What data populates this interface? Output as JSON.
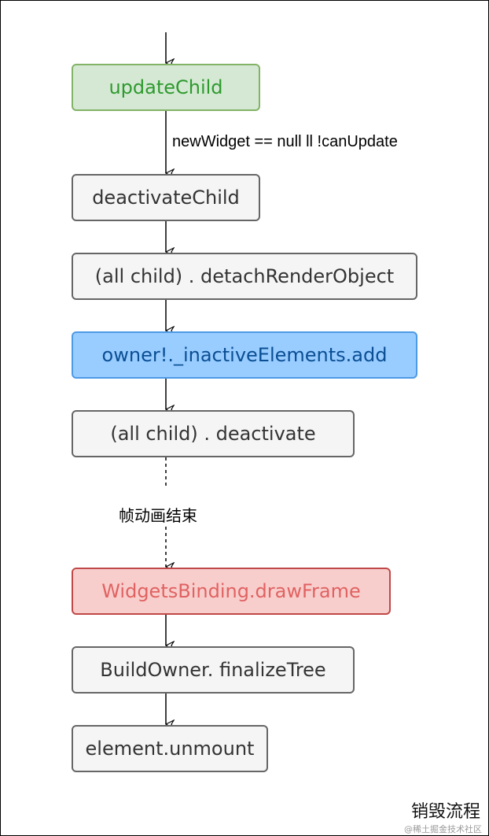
{
  "nodes": {
    "update_child": "updateChild",
    "deactivate_child": "deactivateChild",
    "detach_render_object": "(all child) . detachRenderObject",
    "inactive_elements_add": "owner!._inactiveElements.add",
    "deactivate": "(all child) . deactivate",
    "draw_frame": "WidgetsBinding.drawFrame",
    "finalize_tree": "BuildOwner. finalizeTree",
    "unmount": "element.unmount"
  },
  "edges": {
    "condition_label": "newWidget == null ll !canUpdate",
    "frame_end_label": "帧动画结束"
  },
  "caption": {
    "title": "销毁流程",
    "watermark": "@稀土掘金技术社区"
  },
  "colors": {
    "green_fill": "#d5e8d4",
    "blue_fill": "#99ccff",
    "red_fill": "#f8cecc",
    "default_fill": "#f5f5f5"
  }
}
